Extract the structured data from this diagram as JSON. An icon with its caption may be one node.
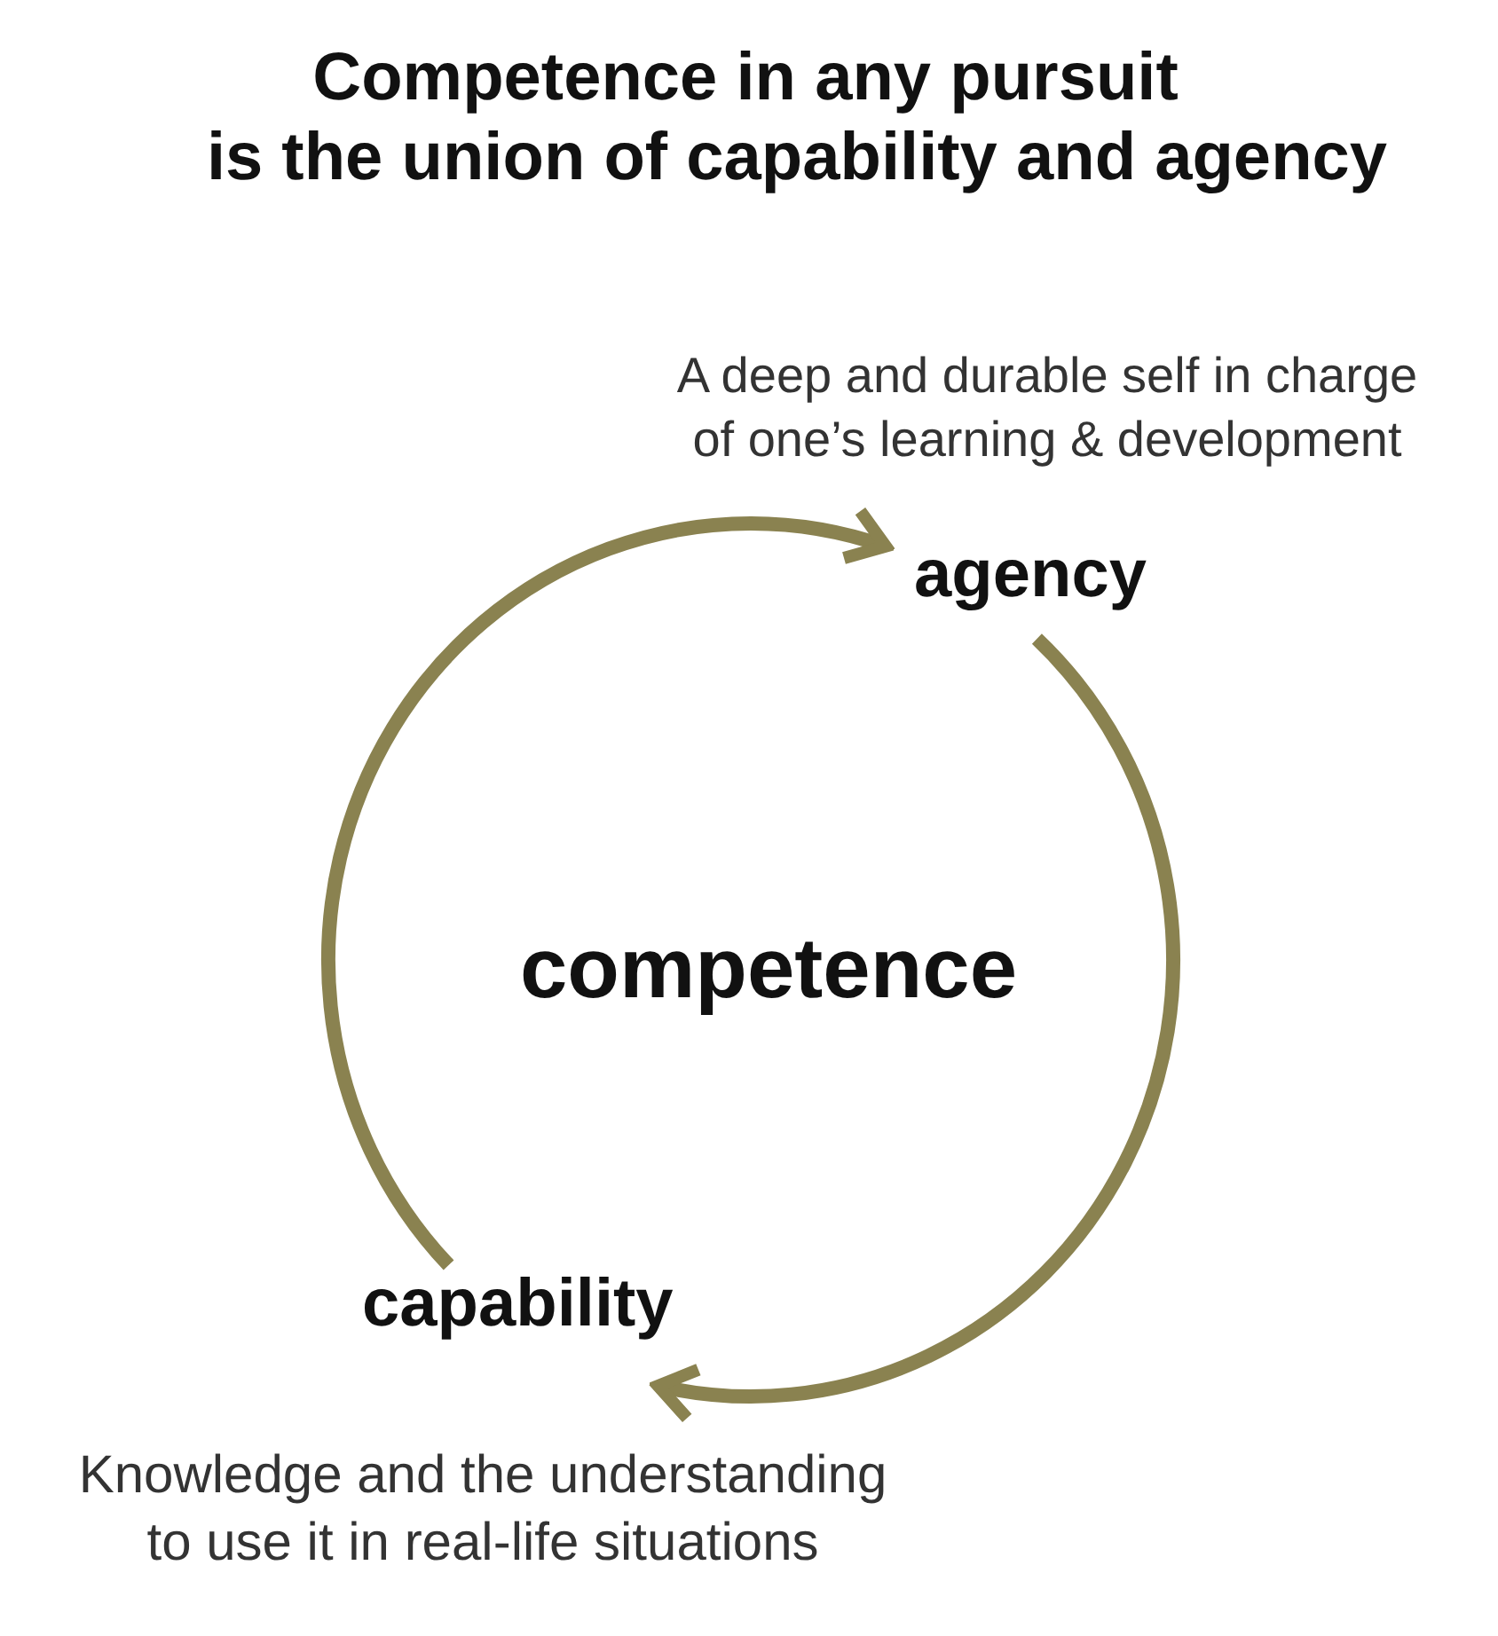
{
  "diagram": {
    "title": "Competence in any pursuit is the union of capability and agency",
    "nodes": [
      {
        "text": [
          "agency"
        ],
        "beside": [
          "A deep and durable self in charge of one’s learning & development"
        ]
      },
      {
        "text": [
          "capability"
        ],
        "beside": [
          "Knowledge and the understanding to use it in real-life situations"
        ]
      }
    ],
    "edges": [
      {
        "from": 1,
        "to": 0,
        "arrow": "to"
      },
      {
        "from": 0,
        "to": 1,
        "arrow": "to"
      }
    ],
    "labels": [
      "competence"
    ]
  }
}
